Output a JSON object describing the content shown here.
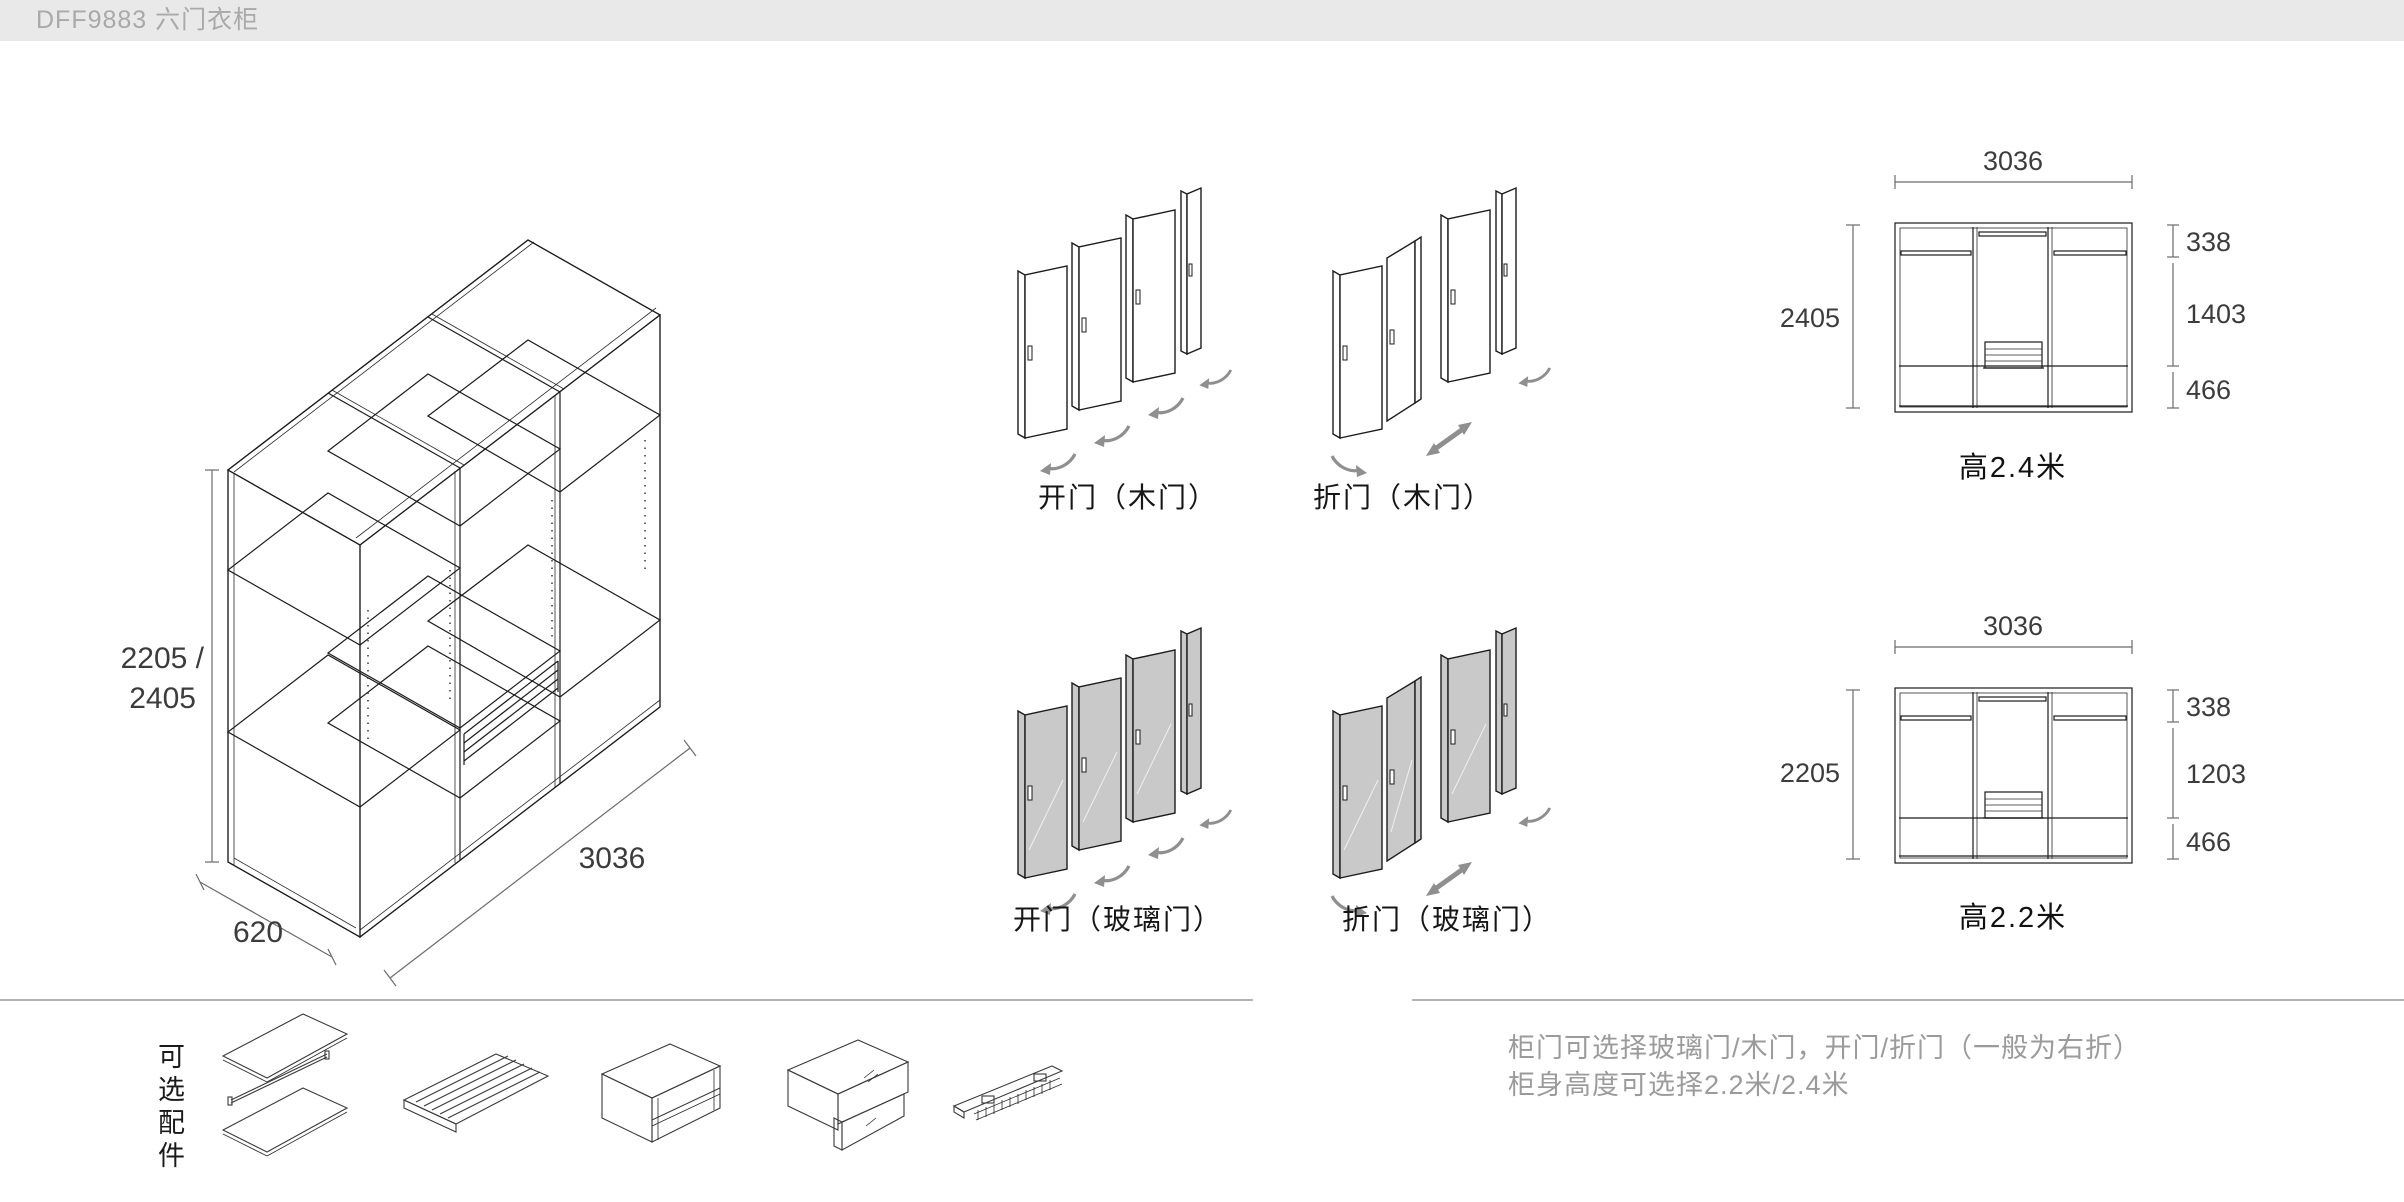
{
  "header": {
    "title": "DFF9883 六门衣柜"
  },
  "isometric": {
    "height_dim_line1": "2205 /",
    "height_dim_line2": "2405",
    "depth_dim": "620",
    "width_dim": "3036"
  },
  "door_options": {
    "wood_open": "开门（木门）",
    "wood_fold": "折门（木门）",
    "glass_open": "开门（玻璃门）",
    "glass_fold": "折门（玻璃门）"
  },
  "elevations": {
    "tall": {
      "width": "3036",
      "height": "2405",
      "seg_top": "338",
      "seg_mid": "1403",
      "seg_bottom": "466",
      "caption": "高2.4米"
    },
    "short": {
      "width": "3036",
      "height": "2205",
      "seg_top": "338",
      "seg_mid": "1203",
      "seg_bottom": "466",
      "caption": "高2.2米"
    }
  },
  "accessories": {
    "label": "可选配件",
    "items": [
      "shelf-pair-with-hanging-rod",
      "trouser-rack",
      "open-shelf-insert",
      "drawer-insert",
      "tie-belt-rack"
    ]
  },
  "notes": {
    "line1": "柜门可选择玻璃门/木门，开门/折门（一般为右折）",
    "line2": "柜身高度可选择2.2米/2.4米"
  }
}
